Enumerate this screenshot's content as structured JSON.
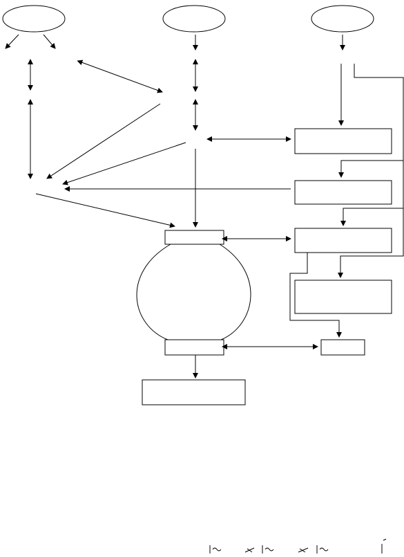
{
  "diagram": {
    "nodes": [
      {
        "id": "ellipse-left",
        "shape": "ellipse",
        "label": ""
      },
      {
        "id": "ellipse-center",
        "shape": "ellipse",
        "label": ""
      },
      {
        "id": "ellipse-right",
        "shape": "ellipse",
        "label": ""
      },
      {
        "id": "box-right-1",
        "shape": "rect",
        "label": ""
      },
      {
        "id": "box-right-2",
        "shape": "rect",
        "label": ""
      },
      {
        "id": "box-right-3",
        "shape": "rect",
        "label": ""
      },
      {
        "id": "box-right-4",
        "shape": "rect",
        "label": ""
      },
      {
        "id": "box-small",
        "shape": "rect",
        "label": ""
      },
      {
        "id": "box-top-center",
        "shape": "rect",
        "label": ""
      },
      {
        "id": "box-bottom-center",
        "shape": "rect",
        "label": ""
      },
      {
        "id": "box-output",
        "shape": "rect",
        "label": ""
      },
      {
        "id": "cycle-loop",
        "shape": "loop",
        "label": ""
      }
    ]
  },
  "colors": {
    "stroke": "#000000",
    "background": "#ffffff"
  }
}
